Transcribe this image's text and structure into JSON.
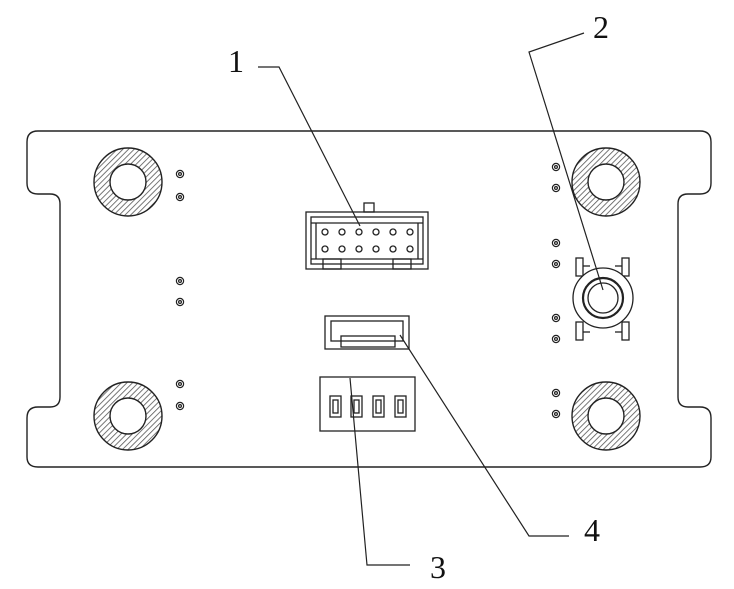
{
  "diagram": {
    "callouts": [
      {
        "number": "1",
        "target": "pin-header-connector"
      },
      {
        "number": "2",
        "target": "push-button"
      },
      {
        "number": "3",
        "target": "dip-switch"
      },
      {
        "number": "4",
        "target": "socket-connector"
      }
    ]
  },
  "colors": {
    "stroke": "#222222",
    "hatch": "#555555",
    "background": "#ffffff"
  }
}
